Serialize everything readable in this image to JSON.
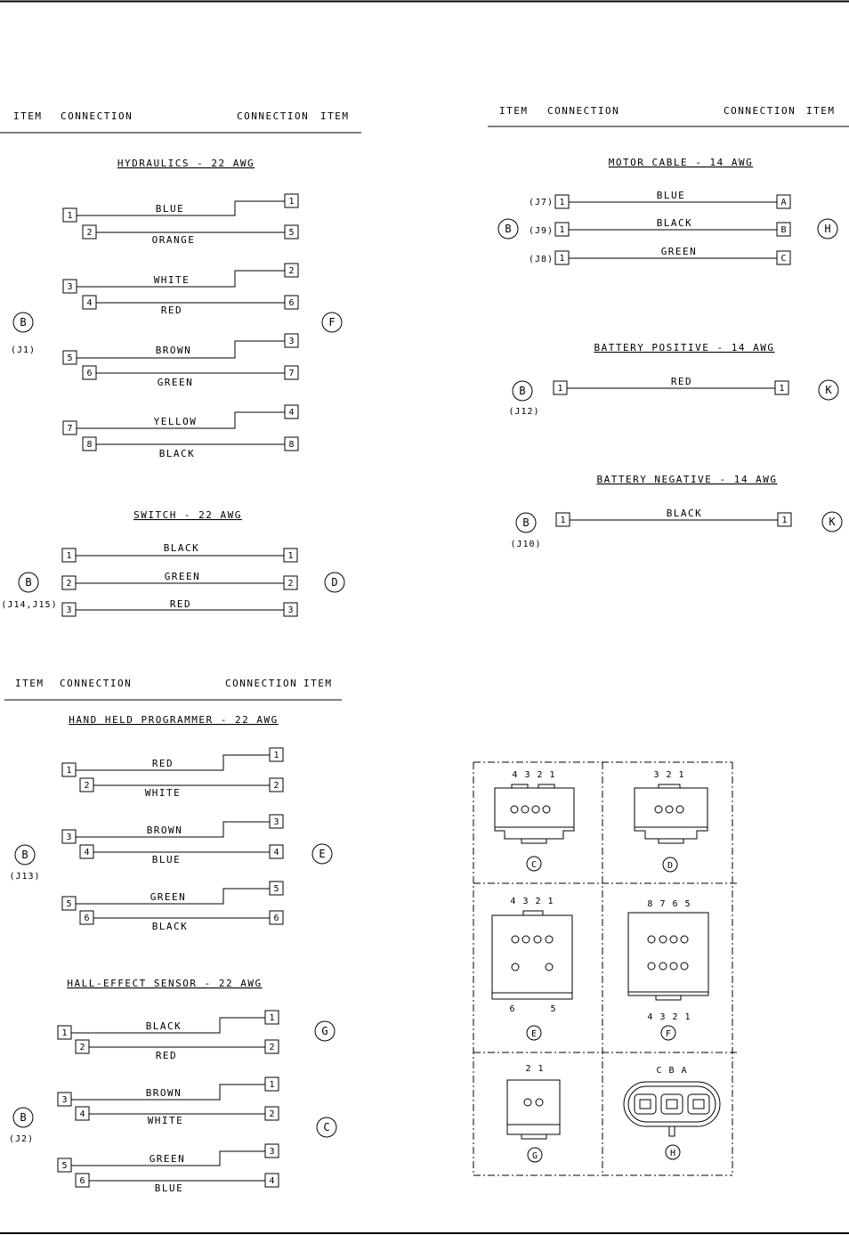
{
  "header": {
    "item": "ITEM",
    "connection": "CONNECTION"
  },
  "hydraulics": {
    "title": "HYDRAULICS - 22 AWG",
    "left_item": "B",
    "left_sub": "(J1)",
    "right_item": "F",
    "pairs": [
      {
        "l1": "1",
        "l2": "2",
        "r1": "1",
        "r2": "5",
        "c1": "BLUE",
        "c2": "ORANGE"
      },
      {
        "l1": "3",
        "l2": "4",
        "r1": "2",
        "r2": "6",
        "c1": "WHITE",
        "c2": "RED"
      },
      {
        "l1": "5",
        "l2": "6",
        "r1": "3",
        "r2": "7",
        "c1": "BROWN",
        "c2": "GREEN"
      },
      {
        "l1": "7",
        "l2": "8",
        "r1": "4",
        "r2": "8",
        "c1": "YELLOW",
        "c2": "BLACK"
      }
    ]
  },
  "switch": {
    "title": "SWITCH - 22 AWG",
    "left_item": "B",
    "left_sub": "(J14,J15)",
    "right_item": "D",
    "wires": [
      {
        "l": "1",
        "r": "1",
        "c": "BLACK"
      },
      {
        "l": "2",
        "r": "2",
        "c": "GREEN"
      },
      {
        "l": "3",
        "r": "3",
        "c": "RED"
      }
    ]
  },
  "programmer": {
    "title": "HAND HELD PROGRAMMER - 22 AWG",
    "left_item": "B",
    "left_sub": "(J13)",
    "right_item": "E",
    "pairs": [
      {
        "l1": "1",
        "l2": "2",
        "r1": "1",
        "r2": "2",
        "c1": "RED",
        "c2": "WHITE"
      },
      {
        "l1": "3",
        "l2": "4",
        "r1": "3",
        "r2": "4",
        "c1": "BROWN",
        "c2": "BLUE"
      },
      {
        "l1": "5",
        "l2": "6",
        "r1": "5",
        "r2": "6",
        "c1": "GREEN",
        "c2": "BLACK"
      }
    ]
  },
  "hall": {
    "title": "HALL-EFFECT SENSOR - 22 AWG",
    "left_item": "B",
    "left_sub": "(J2)",
    "right_item_g": "G",
    "right_item_c": "C",
    "pairs": [
      {
        "l1": "1",
        "l2": "2",
        "r1": "1",
        "r2": "2",
        "c1": "BLACK",
        "c2": "RED"
      },
      {
        "l1": "3",
        "l2": "4",
        "r1": "1",
        "r2": "2",
        "c1": "BROWN",
        "c2": "WHITE"
      },
      {
        "l1": "5",
        "l2": "6",
        "r1": "3",
        "r2": "4",
        "c1": "GREEN",
        "c2": "BLUE"
      }
    ]
  },
  "motor": {
    "title": "MOTOR CABLE - 14 AWG",
    "left_item": "B",
    "right_item": "H",
    "wires": [
      {
        "j": "(J7)",
        "l": "1",
        "r": "A",
        "c": "BLUE"
      },
      {
        "j": "(J9)",
        "l": "1",
        "r": "B",
        "c": "BLACK"
      },
      {
        "j": "(J8)",
        "l": "1",
        "r": "C",
        "c": "GREEN"
      }
    ]
  },
  "bat_pos": {
    "title": "BATTERY POSITIVE - 14 AWG",
    "left_item": "B",
    "left_sub": "(J12)",
    "right_item": "K",
    "l": "1",
    "r": "1",
    "c": "RED"
  },
  "bat_neg": {
    "title": "BATTERY NEGATIVE - 14 AWG",
    "left_item": "B",
    "left_sub": "(J10)",
    "right_item": "K",
    "l": "1",
    "r": "1",
    "c": "BLACK"
  },
  "connectors": {
    "C": {
      "label": "C",
      "pins": "4 3 2 1"
    },
    "D": {
      "label": "D",
      "pins": "3 2 1"
    },
    "E": {
      "label": "E",
      "pins_top": "4 3 2 1",
      "pin_l": "6",
      "pin_r": "5"
    },
    "F": {
      "label": "F",
      "pins_top": "8 7 6 5",
      "pins_bottom": "4 3 2 1"
    },
    "G": {
      "label": "G",
      "pins": "2 1"
    },
    "H": {
      "label": "H",
      "pins": "C B A"
    }
  }
}
